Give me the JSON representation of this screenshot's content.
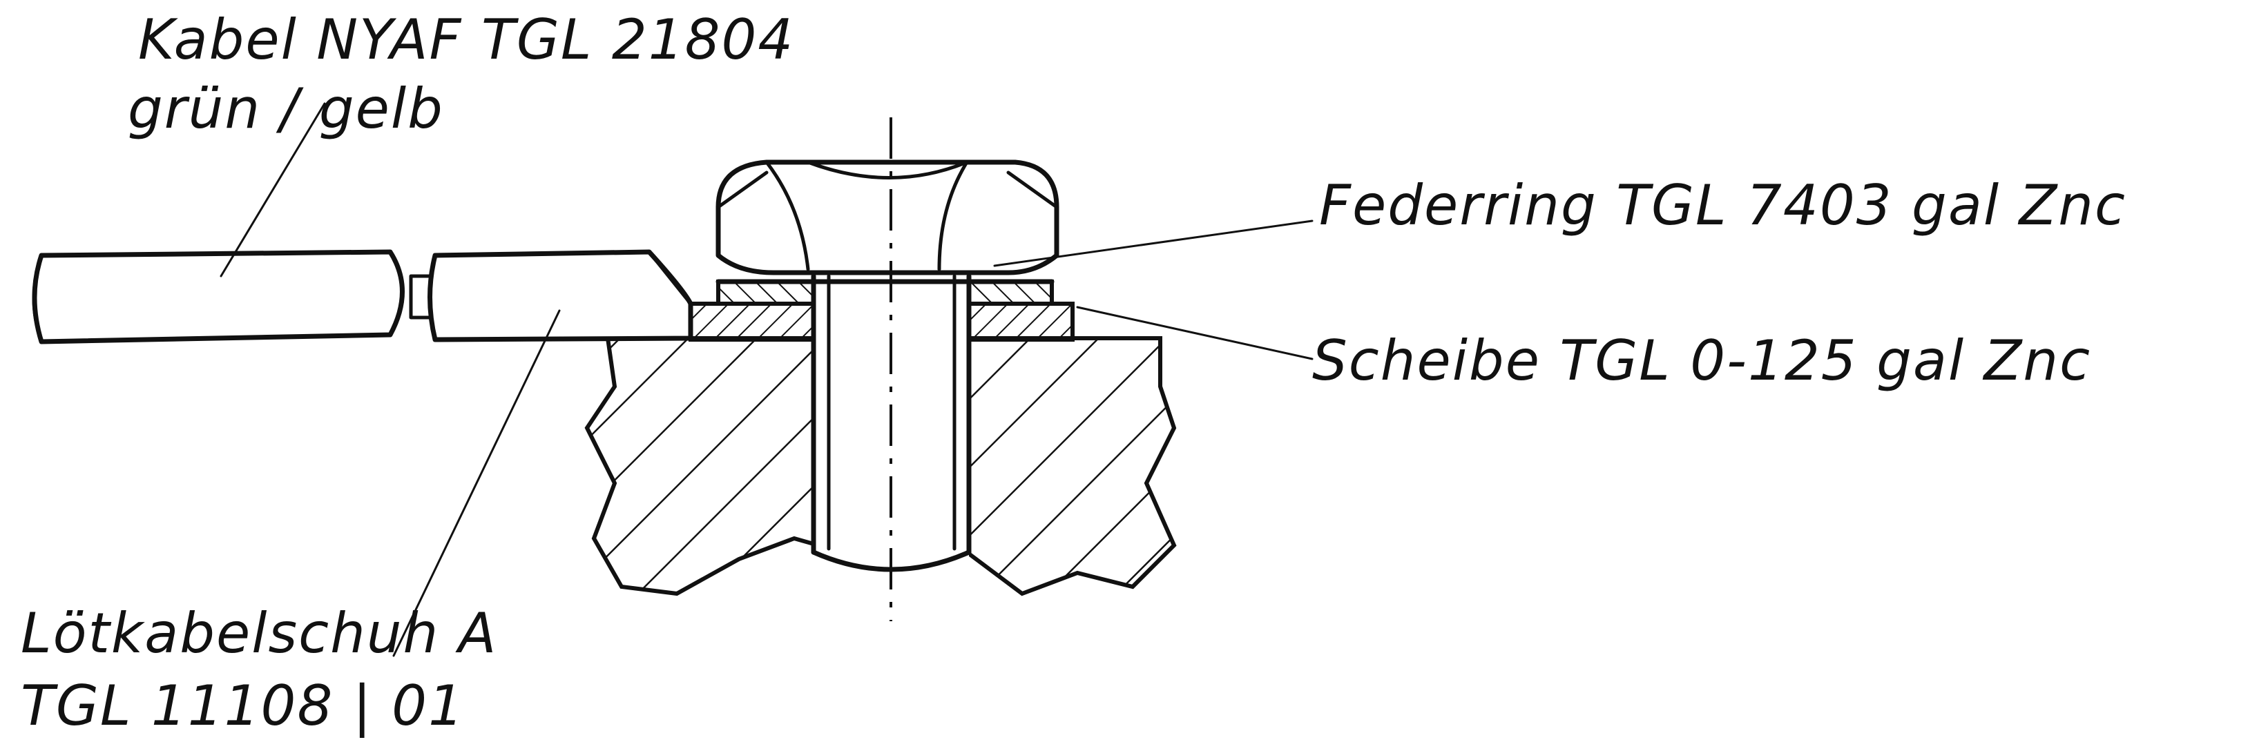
{
  "labels": {
    "cable_line1": "Kabel NYAF TGL 21804",
    "cable_line2": "grün / gelb",
    "spring_ring": "Federring TGL 7403 gal Znc",
    "washer": "Scheibe TGL 0-125 gal Znc",
    "lug_line1": "Lötkabelschuh A",
    "lug_line2": "TGL 11108 | 01"
  },
  "colors": {
    "ink": "#111111",
    "paper": "#ffffff"
  }
}
